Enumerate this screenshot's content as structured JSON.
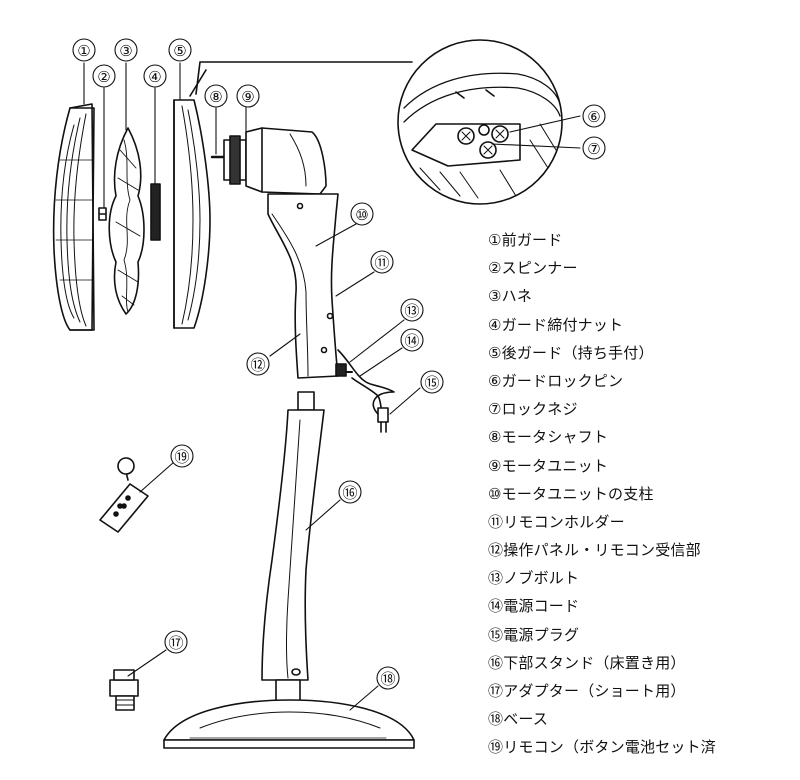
{
  "callouts": [
    {
      "id": "c1",
      "mark": "①"
    },
    {
      "id": "c2",
      "mark": "②"
    },
    {
      "id": "c3",
      "mark": "③"
    },
    {
      "id": "c4",
      "mark": "④"
    },
    {
      "id": "c5",
      "mark": "⑤"
    },
    {
      "id": "c6",
      "mark": "⑥"
    },
    {
      "id": "c7",
      "mark": "⑦"
    },
    {
      "id": "c8",
      "mark": "⑧"
    },
    {
      "id": "c9",
      "mark": "⑨"
    },
    {
      "id": "c10",
      "mark": "⑩"
    },
    {
      "id": "c11",
      "mark": "⑪"
    },
    {
      "id": "c12",
      "mark": "⑫"
    },
    {
      "id": "c13",
      "mark": "⑬"
    },
    {
      "id": "c14",
      "mark": "⑭"
    },
    {
      "id": "c15",
      "mark": "⑮"
    },
    {
      "id": "c16",
      "mark": "⑯"
    },
    {
      "id": "c17",
      "mark": "⑰"
    },
    {
      "id": "c18",
      "mark": "⑱"
    },
    {
      "id": "c19",
      "mark": "⑲"
    }
  ],
  "legend": [
    "①前ガード",
    "②スピンナー",
    "③ハネ",
    "④ガード締付ナット",
    "⑤後ガード（持ち手付）",
    "⑥ガードロックピン",
    "⑦ロックネジ",
    "⑧モータシャフト",
    "⑨モータユニット",
    "⑩モータユニットの支柱",
    "⑪リモコンホルダー",
    "⑫操作パネル・リモコン受信部",
    "⑬ノブボルト",
    "⑭電源コード",
    "⑮電源プラグ",
    "⑯下部スタンド（床置き用）",
    "⑰アダプター（ショート用）",
    "⑱ベース",
    "⑲リモコン（ボタン電池セット済"
  ]
}
